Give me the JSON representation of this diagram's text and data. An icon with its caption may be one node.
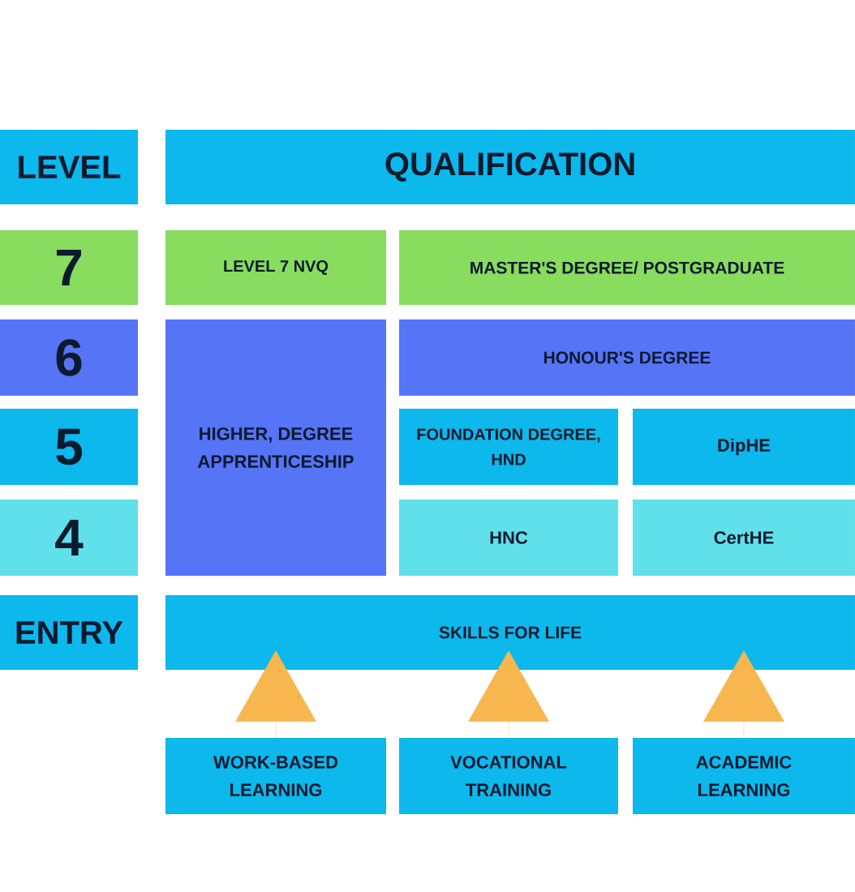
{
  "diagram": {
    "nodes": [
      {
        "text": [
          "LEVEL"
        ]
      },
      {
        "text": [
          "QUALIFICATION"
        ]
      },
      {
        "text": [
          "7"
        ]
      },
      {
        "text": [
          "LEVEL 7 NVQ"
        ]
      },
      {
        "text": [
          "MASTER'S DEGREE/ POSTGRADUATE"
        ]
      },
      {
        "text": [
          "6"
        ]
      },
      {
        "text": [
          "HIGHER, DEGREE APPRENTICESHIP"
        ]
      },
      {
        "text": [
          "HONOUR'S DEGREE"
        ]
      },
      {
        "text": [
          "5"
        ]
      },
      {
        "text": [
          "FOUNDATION DEGREE, HND"
        ]
      },
      {
        "text": [
          "DipHE"
        ]
      },
      {
        "text": [
          "4"
        ]
      },
      {
        "text": [
          "HNC"
        ]
      },
      {
        "text": [
          "CertHE"
        ]
      },
      {
        "text": [
          "ENTRY"
        ]
      },
      {
        "text": [
          "SKILLS FOR LIFE"
        ]
      },
      {
        "text": [
          "WORK-BASED LEARNING"
        ]
      },
      {
        "text": [
          "VOCATIONAL TRAINING"
        ]
      },
      {
        "text": [
          "ACADEMIC LEARNING"
        ]
      }
    ],
    "edges": [
      {
        "from": 16,
        "to": 15,
        "arrow": "to"
      },
      {
        "from": 17,
        "to": 15,
        "arrow": "to"
      },
      {
        "from": 18,
        "to": 15,
        "arrow": "to"
      }
    ]
  }
}
